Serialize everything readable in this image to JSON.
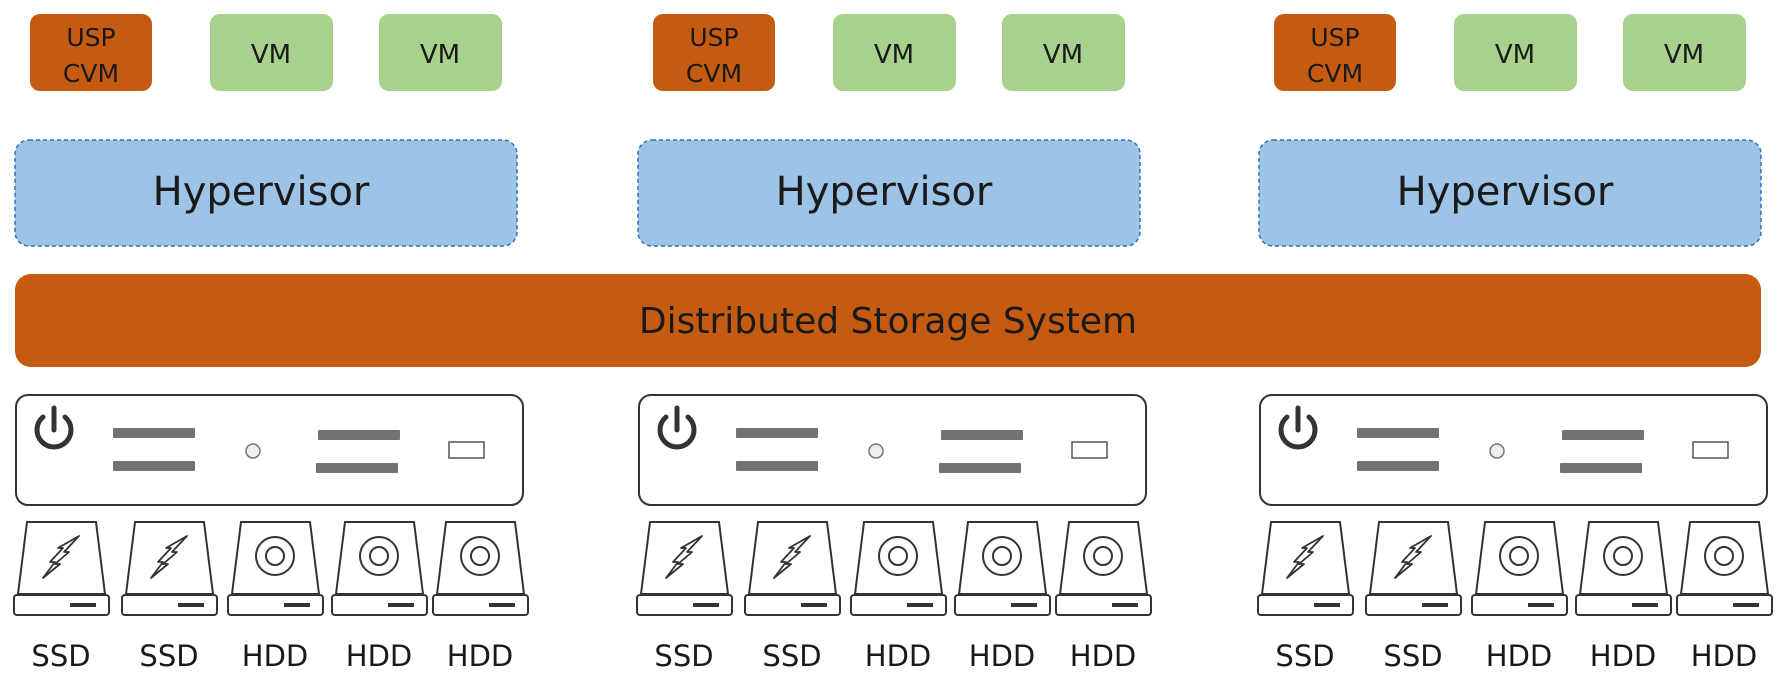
{
  "colors": {
    "cvm": "#c55a11",
    "vm": "#a9d18e",
    "hypervisor": "#9dc3e6",
    "hypervisor_border": "#2e75b6",
    "storage": "#c55a11",
    "outline": "#333333",
    "slot": "#757171"
  },
  "storage_label": "Distributed Storage System",
  "nodes": [
    {
      "cvm_label_line1": "USP",
      "cvm_label_line2": "CVM",
      "vm_labels": [
        "VM",
        "VM"
      ],
      "hypervisor_label": "Hypervisor",
      "disks": [
        {
          "type": "ssd",
          "label": "SSD",
          "icon": "lightning-icon"
        },
        {
          "type": "ssd",
          "label": "SSD",
          "icon": "lightning-icon"
        },
        {
          "type": "hdd",
          "label": "HDD",
          "icon": "platter-icon"
        },
        {
          "type": "hdd",
          "label": "HDD",
          "icon": "platter-icon"
        },
        {
          "type": "hdd",
          "label": "HDD",
          "icon": "platter-icon"
        }
      ]
    },
    {
      "cvm_label_line1": "USP",
      "cvm_label_line2": "CVM",
      "vm_labels": [
        "VM",
        "VM"
      ],
      "hypervisor_label": "Hypervisor",
      "disks": [
        {
          "type": "ssd",
          "label": "SSD",
          "icon": "lightning-icon"
        },
        {
          "type": "ssd",
          "label": "SSD",
          "icon": "lightning-icon"
        },
        {
          "type": "hdd",
          "label": "HDD",
          "icon": "platter-icon"
        },
        {
          "type": "hdd",
          "label": "HDD",
          "icon": "platter-icon"
        },
        {
          "type": "hdd",
          "label": "HDD",
          "icon": "platter-icon"
        }
      ]
    },
    {
      "cvm_label_line1": "USP",
      "cvm_label_line2": "CVM",
      "vm_labels": [
        "VM",
        "VM"
      ],
      "hypervisor_label": "Hypervisor",
      "disks": [
        {
          "type": "ssd",
          "label": "SSD",
          "icon": "lightning-icon"
        },
        {
          "type": "ssd",
          "label": "SSD",
          "icon": "lightning-icon"
        },
        {
          "type": "hdd",
          "label": "HDD",
          "icon": "platter-icon"
        },
        {
          "type": "hdd",
          "label": "HDD",
          "icon": "platter-icon"
        },
        {
          "type": "hdd",
          "label": "HDD",
          "icon": "platter-icon"
        }
      ]
    }
  ]
}
